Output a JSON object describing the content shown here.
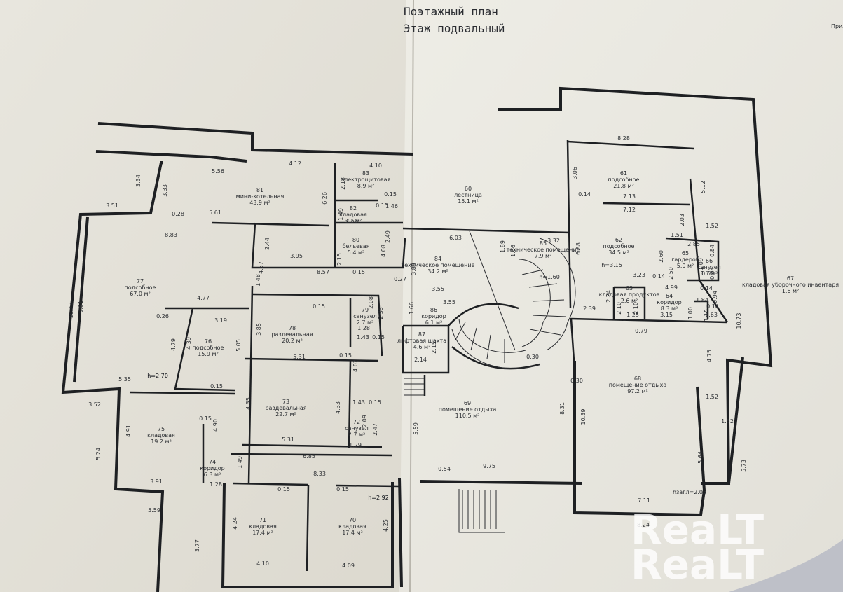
{
  "title": {
    "line1": "Поэтажный план",
    "line2": "Этаж подвальный"
  },
  "corner_text": "Прило",
  "watermark": [
    "ReaLT",
    "ReaLT"
  ],
  "rooms": [
    {
      "id": "r60",
      "num": "60",
      "name": "лестница",
      "area": "15.1 м²"
    },
    {
      "id": "r61",
      "num": "61",
      "name": "подсобное",
      "area": "21.8 м²"
    },
    {
      "id": "r62",
      "num": "62",
      "name": "подсобное",
      "area": "34.5 м²"
    },
    {
      "id": "r63",
      "num": "63",
      "name": "кладовая продуктов",
      "area": "2.6 м²"
    },
    {
      "id": "r64",
      "num": "64",
      "name": "коридор",
      "area": "8.3 м²"
    },
    {
      "id": "r65",
      "num": "65",
      "name": "гардероб",
      "area": "5.0 м²"
    },
    {
      "id": "r66",
      "num": "66",
      "name": "санузел",
      "area": "1.7 м²"
    },
    {
      "id": "r67",
      "num": "67",
      "name": "кладовая уборочного инвентаря",
      "area": "1.6 м²"
    },
    {
      "id": "r68",
      "num": "68",
      "name": "помещение отдыха",
      "area": "97.2 м²"
    },
    {
      "id": "r69",
      "num": "69",
      "name": "помещение отдыха",
      "area": "110.5 м²"
    },
    {
      "id": "r70",
      "num": "70",
      "name": "кладовая",
      "area": "17.4 м²"
    },
    {
      "id": "r71",
      "num": "71",
      "name": "кладовая",
      "area": "17.4 м²"
    },
    {
      "id": "r72",
      "num": "72",
      "name": "санузел",
      "area": "2.7 м²"
    },
    {
      "id": "r73",
      "num": "73",
      "name": "раздевальная",
      "area": "22.7 м²"
    },
    {
      "id": "r74",
      "num": "74",
      "name": "коридор",
      "area": "6.3 м²"
    },
    {
      "id": "r75",
      "num": "75",
      "name": "кладовая",
      "area": "19.2 м²"
    },
    {
      "id": "r76",
      "num": "76",
      "name": "подсобное",
      "area": "15.9 м²"
    },
    {
      "id": "r77",
      "num": "77",
      "name": "подсобное",
      "area": "67.0 м²"
    },
    {
      "id": "r78",
      "num": "78",
      "name": "раздевальная",
      "area": "20.2 м²"
    },
    {
      "id": "r79",
      "num": "79",
      "name": "санузел",
      "area": "2.7 м²"
    },
    {
      "id": "r80",
      "num": "80",
      "name": "бельевая",
      "area": "5.4 м²"
    },
    {
      "id": "r81",
      "num": "81",
      "name": "мини-котельная",
      "area": "43.9 м²"
    },
    {
      "id": "r82",
      "num": "82",
      "name": "кладовая",
      "area": "3.7 м²"
    },
    {
      "id": "r83",
      "num": "83",
      "name": "электрощитовая",
      "area": "8.9 м²"
    },
    {
      "id": "r84",
      "num": "84",
      "name": "техническое помещение",
      "area": "34.2 м²"
    },
    {
      "id": "r85",
      "num": "85",
      "name": "техническое помещение",
      "area": "7.9 м²"
    },
    {
      "id": "r86",
      "num": "86",
      "name": "коридор",
      "area": "6.1 м²"
    },
    {
      "id": "r87",
      "num": "87",
      "name": "лифтовая шахта",
      "area": "4.6 м²"
    }
  ],
  "heights": [
    "h=1.60",
    "h=3.15",
    "h=2.70",
    "h=2.92",
    "hзагл=2.03"
  ],
  "dims": [
    "3.34",
    "5.56",
    "4.12",
    "4.10",
    "3.33",
    "3.51",
    "0.28",
    "8.83",
    "5.61",
    "2.18",
    "6.26",
    "0.15",
    "1.46",
    "1.49",
    "2.50",
    "0.15",
    "2.49",
    "4.08",
    "2.44",
    "3.95",
    "2.15",
    "4.57",
    "8.57",
    "0.15",
    "1.48",
    "10.78",
    "9.61",
    "4.77",
    "0.26",
    "0.15",
    "2.08",
    "3.19",
    "3.85",
    "2.35",
    "1.28",
    "1.43",
    "0.15",
    "4.79",
    "4.39",
    "5.05",
    "5.31",
    "0.15",
    "4.02",
    "5.35",
    "h=2.70",
    "0.15",
    "3.52",
    "0.15",
    "4.35",
    "1.43",
    "0.15",
    "4.33",
    "2.09",
    "4.91",
    "4.90",
    "2.47",
    "5.31",
    "1.29",
    "5.24",
    "6.85",
    "1.49",
    "8.33",
    "3.91",
    "1.28",
    "0.15",
    "0.15",
    "h=2.92",
    "5.59",
    "4.24",
    "4.25",
    "3.77",
    "4.10",
    "4.09",
    "6.03",
    "3.55",
    "3.55",
    "1.66",
    "1.89",
    "1.66",
    "3.32",
    "3.83",
    "2.15",
    "2.14",
    "0.27",
    "5.59",
    "0.54",
    "9.75",
    "0.30",
    "0.30",
    "8.31",
    "10.39",
    "8.28",
    "3.06",
    "0.14",
    "7.13",
    "7.12",
    "5.12",
    "2.03",
    "1.52",
    "6.88",
    "1.51",
    "2.85",
    "0.84",
    "1.09",
    "0.62",
    "0.54",
    "2.60",
    "3.23",
    "0.14",
    "4.99",
    "2.50",
    "0.14",
    "0.94",
    "2.24",
    "2.10",
    "2.10",
    "1.25",
    "3.15",
    "1.84",
    "1.00",
    "1.15",
    "0.14",
    "1.63",
    "2.39",
    "0.79",
    "4.75",
    "10.73",
    "1.52",
    "1.52",
    "5.64",
    "5.73",
    "7.11",
    "8.24"
  ]
}
